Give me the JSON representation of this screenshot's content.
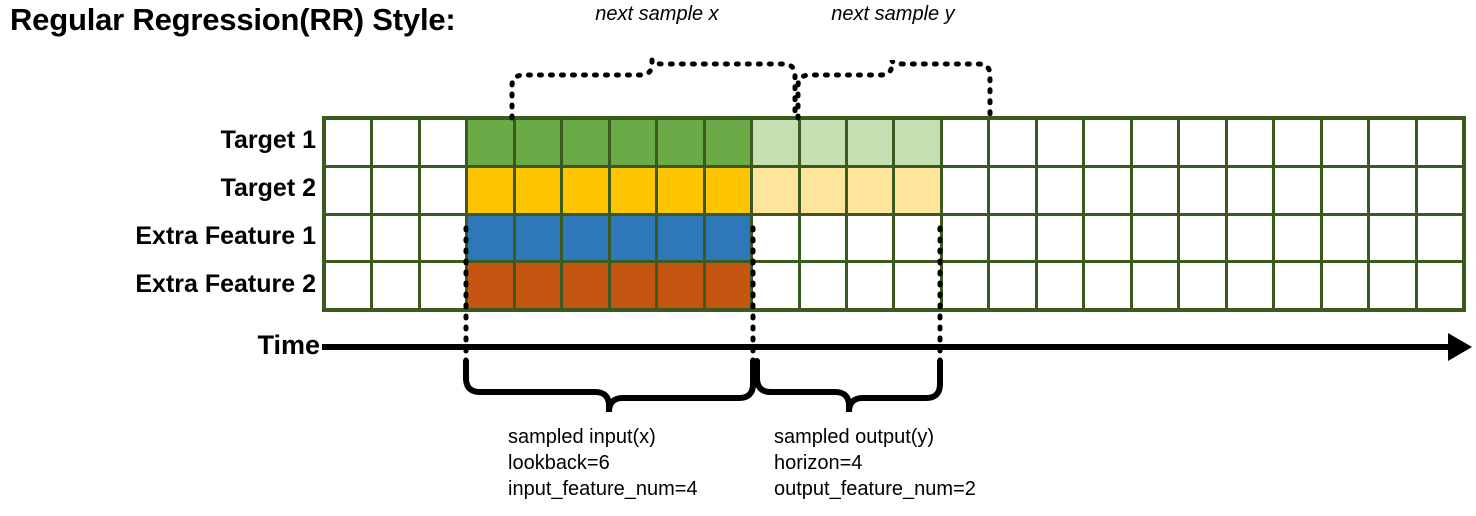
{
  "title": "Regular Regression(RR) Style:",
  "annotations": {
    "next_sample_x": "next sample x",
    "next_sample_y": "next sample y"
  },
  "axis": {
    "time_label": "Time"
  },
  "rows": [
    {
      "label": "Target 1",
      "kind": "target"
    },
    {
      "label": "Target 2",
      "kind": "target"
    },
    {
      "label": "Extra Feature 1",
      "kind": "feature"
    },
    {
      "label": "Extra Feature 2",
      "kind": "feature"
    }
  ],
  "grid": {
    "columns": 24,
    "row_count": 4,
    "lead_blank_columns": 3,
    "input_start_column": 3,
    "input_length": 6,
    "output_start_column": 9,
    "output_length": 4,
    "trailing_blank_columns": 11,
    "cells": [
      [
        "white",
        "white",
        "white",
        "green",
        "green",
        "green",
        "green",
        "green",
        "green",
        "green-l",
        "green-l",
        "green-l",
        "green-l",
        "white",
        "white",
        "white",
        "white",
        "white",
        "white",
        "white",
        "white",
        "white",
        "white",
        "white"
      ],
      [
        "white",
        "white",
        "white",
        "yellow",
        "yellow",
        "yellow",
        "yellow",
        "yellow",
        "yellow",
        "yellow-l",
        "yellow-l",
        "yellow-l",
        "yellow-l",
        "white",
        "white",
        "white",
        "white",
        "white",
        "white",
        "white",
        "white",
        "white",
        "white",
        "white"
      ],
      [
        "white",
        "white",
        "white",
        "blue",
        "blue",
        "blue",
        "blue",
        "blue",
        "blue",
        "white",
        "white",
        "white",
        "white",
        "white",
        "white",
        "white",
        "white",
        "white",
        "white",
        "white",
        "white",
        "white",
        "white",
        "white"
      ],
      [
        "white",
        "white",
        "white",
        "orange",
        "orange",
        "orange",
        "orange",
        "orange",
        "orange",
        "white",
        "white",
        "white",
        "white",
        "white",
        "white",
        "white",
        "white",
        "white",
        "white",
        "white",
        "white",
        "white",
        "white",
        "white"
      ]
    ]
  },
  "captions": {
    "left": "sampled input(x)\nlookback=6\ninput_feature_num=4",
    "right": "sampled output(y)\nhorizon=4\noutput_feature_num=2"
  },
  "colors": {
    "grid_border": "#3A5A1E",
    "target1": "#6BAB47",
    "target1_light": "#C5DFB2",
    "target2": "#FFC400",
    "target2_light": "#FFE49C",
    "feature1": "#2E77B8",
    "feature2": "#C65511",
    "ink": "#000000",
    "background": "#FFFFFF"
  }
}
